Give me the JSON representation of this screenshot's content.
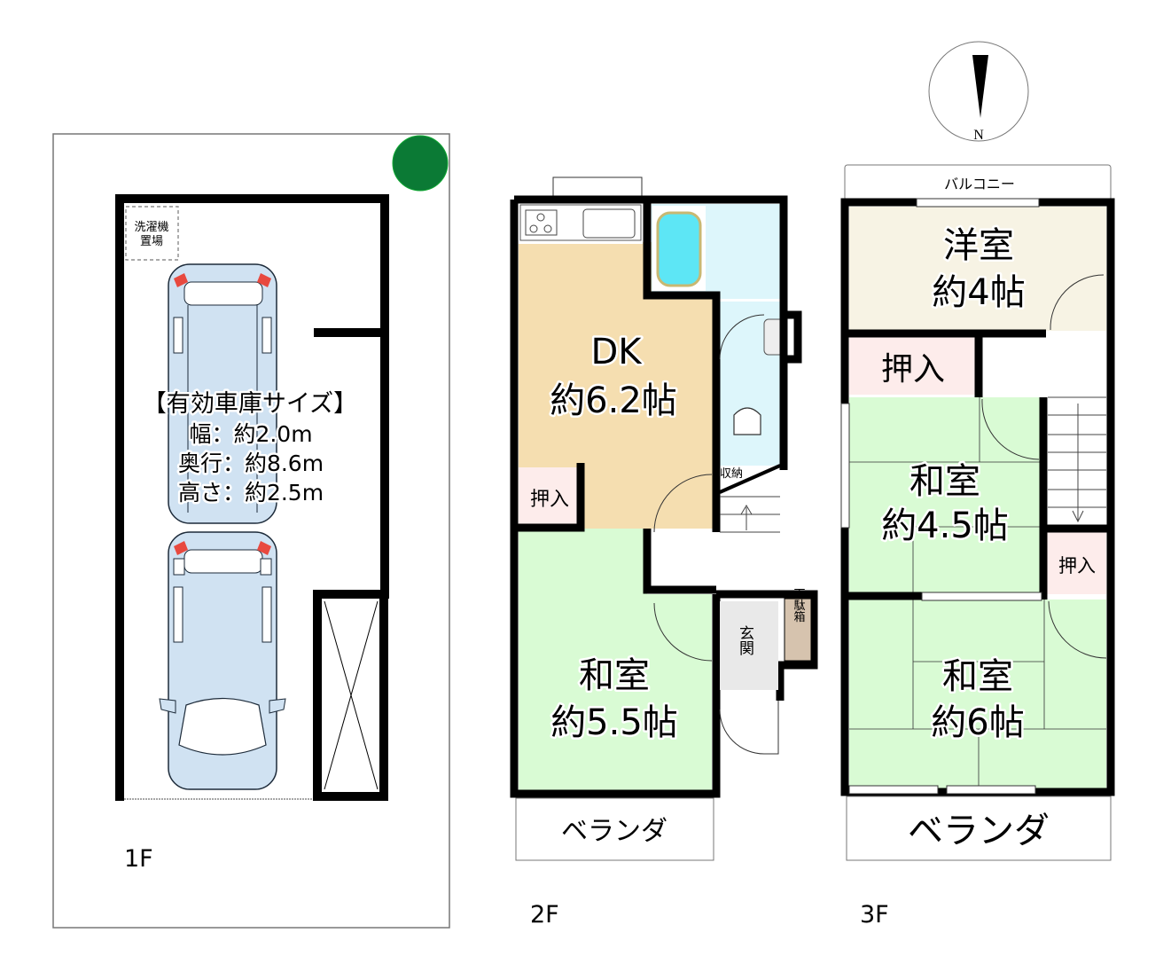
{
  "compass": {
    "label": "N"
  },
  "floors": {
    "f1": {
      "label": "1F",
      "washer_area": {
        "line1": "洗濯機",
        "line2": "置場"
      },
      "garage_info": {
        "title": "【有効車庫サイズ】",
        "width": "幅：約2.0m",
        "depth": "奥行：約8.6m",
        "height": "高さ：約2.5m"
      }
    },
    "f2": {
      "label": "2F",
      "rooms": {
        "dk": {
          "name": "DK",
          "size": "約6.2帖",
          "color": "#f5deb0"
        },
        "washitsu": {
          "name": "和室",
          "size": "約5.5帖",
          "color": "#d9fbd4"
        },
        "closet": {
          "name": "押入",
          "color": "#fdeceb"
        },
        "storage": {
          "name": "収納"
        },
        "entrance": {
          "name": "玄関"
        },
        "shoe_box": {
          "name": "下駄箱",
          "color": "#d6c3ae"
        },
        "veranda": {
          "name": "ベランダ"
        }
      },
      "bath_color": "#ddf6fb"
    },
    "f3": {
      "label": "3F",
      "rooms": {
        "yoshitsu": {
          "name": "洋室",
          "size": "約4帖",
          "color": "#f7f3e4"
        },
        "closet_top": {
          "name": "押入",
          "color": "#fdeceb"
        },
        "washitsu_a": {
          "name": "和室",
          "size": "約4.5帖",
          "color": "#d9fbd4"
        },
        "closet_right": {
          "name": "押入",
          "color": "#fdeceb"
        },
        "washitsu_b": {
          "name": "和室",
          "size": "約6帖",
          "color": "#d9fbd4"
        },
        "balcony": {
          "name": "バルコニー"
        },
        "veranda": {
          "name": "ベランダ"
        }
      }
    }
  },
  "colors": {
    "wall": "#000000",
    "tree": "#0b7a35",
    "car_body": "#d0e2f2",
    "taillight": "#e8493f",
    "bathtub": "#5de6f5"
  }
}
